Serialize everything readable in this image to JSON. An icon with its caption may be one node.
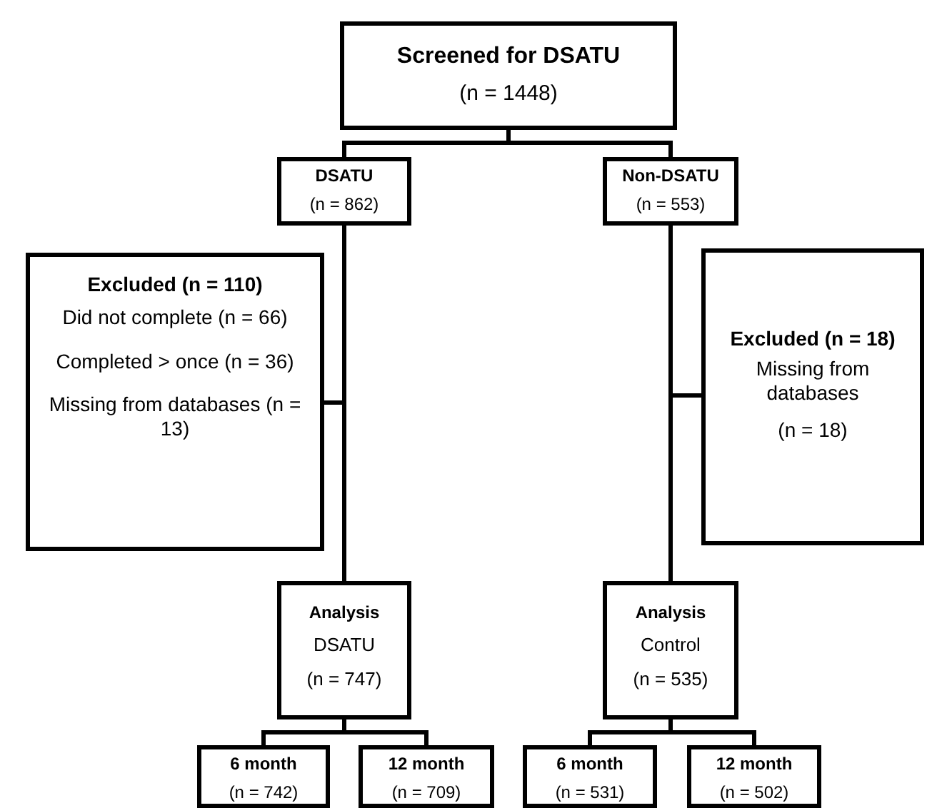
{
  "diagram": {
    "nodes": [
      {
        "text": [
          "Screened for DSATU",
          "(n = 1448)"
        ]
      },
      {
        "text": [
          "DSATU",
          "(n = 862)"
        ]
      },
      {
        "text": [
          "Non-DSATU",
          "(n = 553)"
        ]
      },
      {
        "text": [
          "Excluded (n = 110)",
          "Did not complete (n = 66)",
          "Completed > once (n = 36)",
          "Missing from databases (n = 13)"
        ]
      },
      {
        "text": [
          "Excluded (n = 18)",
          "Missing from databases",
          "(n = 18)"
        ]
      },
      {
        "text": [
          "Analysis",
          "DSATU",
          "(n = 747)"
        ]
      },
      {
        "text": [
          "Analysis",
          "Control",
          "(n = 535)"
        ]
      },
      {
        "text": [
          "6 month",
          "(n = 742)"
        ]
      },
      {
        "text": [
          "12 month",
          "(n = 709)"
        ]
      },
      {
        "text": [
          "6 month",
          "(n = 531)"
        ]
      },
      {
        "text": [
          "12 month",
          "(n = 502)"
        ]
      }
    ],
    "edges": [
      {
        "from": 0,
        "to": 1,
        "arrow": "none"
      },
      {
        "from": 0,
        "to": 2,
        "arrow": "none"
      },
      {
        "from": 1,
        "to": 3,
        "arrow": "none"
      },
      {
        "from": 1,
        "to": 5,
        "arrow": "none"
      },
      {
        "from": 2,
        "to": 4,
        "arrow": "none"
      },
      {
        "from": 2,
        "to": 6,
        "arrow": "none"
      },
      {
        "from": 5,
        "to": 7,
        "arrow": "none"
      },
      {
        "from": 5,
        "to": 8,
        "arrow": "none"
      },
      {
        "from": 6,
        "to": 9,
        "arrow": "none"
      },
      {
        "from": 6,
        "to": 10,
        "arrow": "none"
      }
    ]
  }
}
